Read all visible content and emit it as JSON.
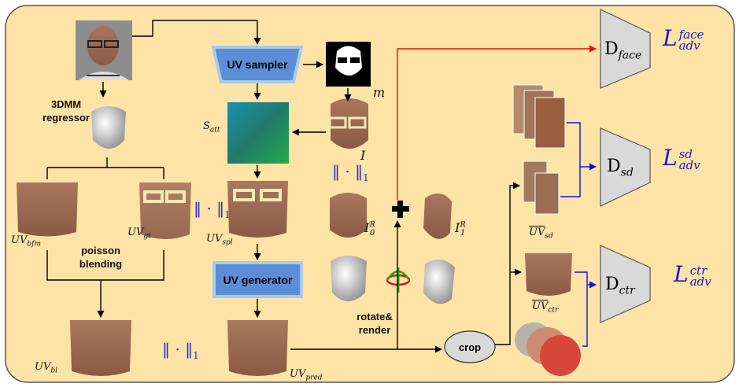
{
  "colors": {
    "panel_bg": "#fde3a6",
    "panel_border": "#555555",
    "module_fill": "#5b8ed6",
    "module_border": "#a9cbe8",
    "discriminator_fill": "#d9d9d9",
    "real_arrow": "#e01010",
    "fake_arrow": "#1010dd",
    "loss_text": "#1a1acc"
  },
  "modules": {
    "uv_sampler": "UV sampler",
    "uv_generator": "UV generator",
    "crop": "crop"
  },
  "labels": {
    "regressor": [
      "3DMM",
      "regressor"
    ],
    "poisson": [
      "poisson",
      "blending"
    ],
    "rotate": [
      "rotate&",
      "render"
    ],
    "s_att": "S",
    "s_att_sub": "att",
    "m": "m",
    "i": "I",
    "i0": "I",
    "i0_sub": "0",
    "i0_sup": "R",
    "i1": "I",
    "i1_sub": "1",
    "i1_sup": "R",
    "uv_bfm": "UV",
    "uv_bfm_sub": "bfm",
    "uv_gt": "UV",
    "uv_gt_sub": "gt",
    "uv_spl": "UV",
    "uv_spl_sub": "spl",
    "uv_bl": "UV",
    "uv_bl_sub": "bl",
    "uv_pred": "UV",
    "uv_pred_sub": "pred",
    "uv_sd": "UV",
    "uv_sd_sub": "sd",
    "uv_ctr": "UV",
    "uv_ctr_sub": "ctr"
  },
  "norms": {
    "l1": "‖ · ‖",
    "sub": "1"
  },
  "discriminators": [
    {
      "name": "D",
      "sub": "face",
      "loss": "L",
      "loss_sup": "face",
      "loss_sub": "adv"
    },
    {
      "name": "D",
      "sub": "sd",
      "loss": "L",
      "loss_sup": "sd",
      "loss_sub": "adv"
    },
    {
      "name": "D",
      "sub": "ctr",
      "loss": "L",
      "loss_sup": "ctr",
      "loss_sub": "adv"
    }
  ]
}
